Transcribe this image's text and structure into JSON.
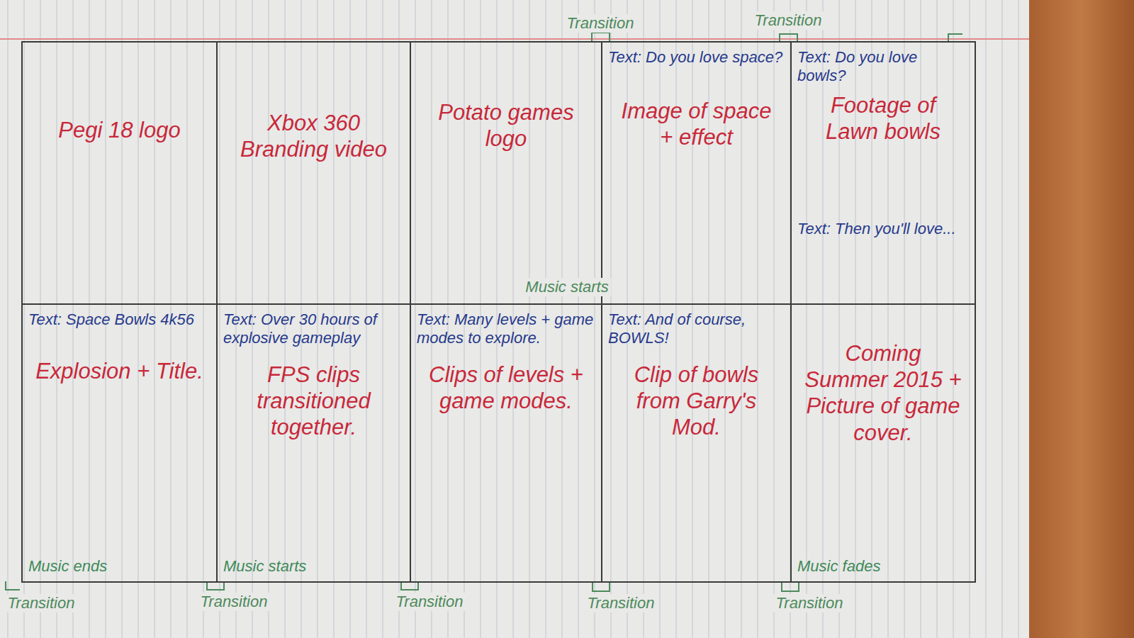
{
  "diagram": {
    "nodes": [
      {
        "text": [
          "Pegi 18 logo"
        ]
      },
      {
        "text": [
          "Xbox 360 Branding video"
        ]
      },
      {
        "text": [
          "Potato games logo"
        ]
      },
      {
        "text": [
          "Text: Do you love space?",
          "Image of space + effect"
        ]
      },
      {
        "text": [
          "Text: Do you love bowls?",
          "Footage of Lawn bowls",
          "Text: Then you'll love..."
        ]
      },
      {
        "text": [
          "Text: Space Bowls 4k56",
          "Explosion + Title.",
          "Music ends"
        ]
      },
      {
        "text": [
          "Text: Over 30 hours of explosive gameplay",
          "FPS clips transitioned together.",
          "Music starts"
        ]
      },
      {
        "text": [
          "Text: Many levels + game modes to explore.",
          "Clips of levels + game modes."
        ]
      },
      {
        "text": [
          "Text: And of course, BOWLS!",
          "Clip of bowls from Garry's Mod."
        ]
      },
      {
        "text": [
          "Coming Summer 2015 + Picture of game cover.",
          "Music fades"
        ]
      }
    ],
    "labels": [
      "Transition",
      "Transition",
      "Music starts",
      "Transition",
      "Transition",
      "Transition",
      "Transition",
      "Transition"
    ]
  }
}
